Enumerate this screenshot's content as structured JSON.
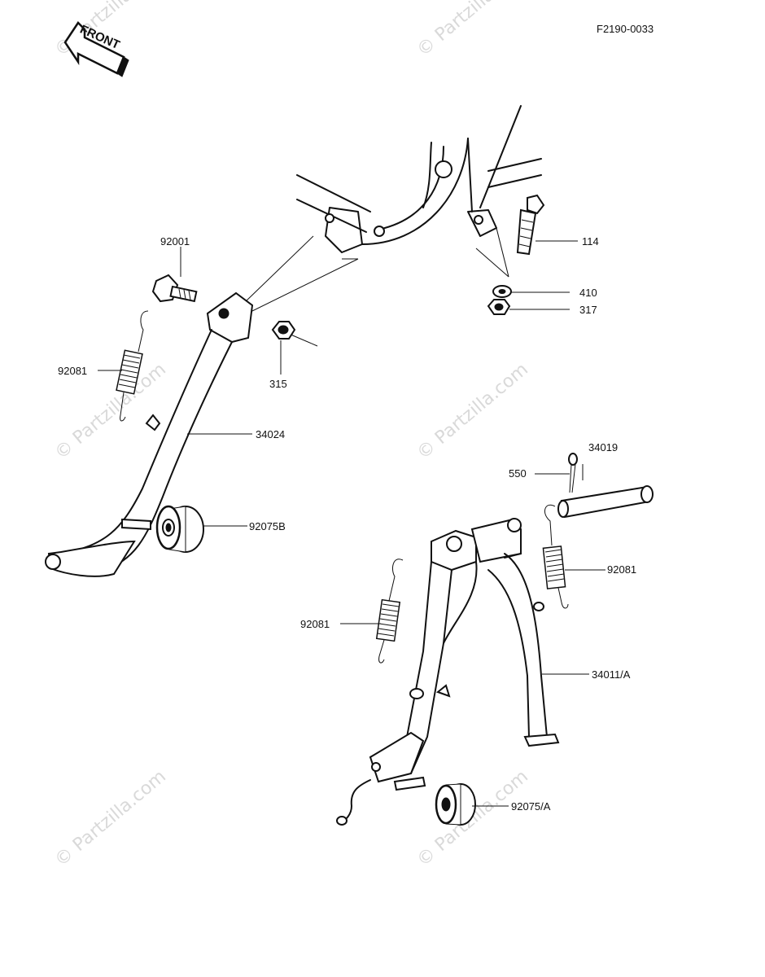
{
  "diagram_code": "F2190-0033",
  "front_badge": "FRONT",
  "watermark": "© Partzilla.com",
  "callouts": {
    "c92001": "92001",
    "c114": "114",
    "c410": "410",
    "c317": "317",
    "c315": "315",
    "c92081_side": "92081",
    "c34024": "34024",
    "c92075B": "92075B",
    "c34019": "34019",
    "c550": "550",
    "c92081_center_r": "92081",
    "c92081_center_l": "92081",
    "c34011A": "34011/A",
    "c92075A": "92075/A"
  }
}
